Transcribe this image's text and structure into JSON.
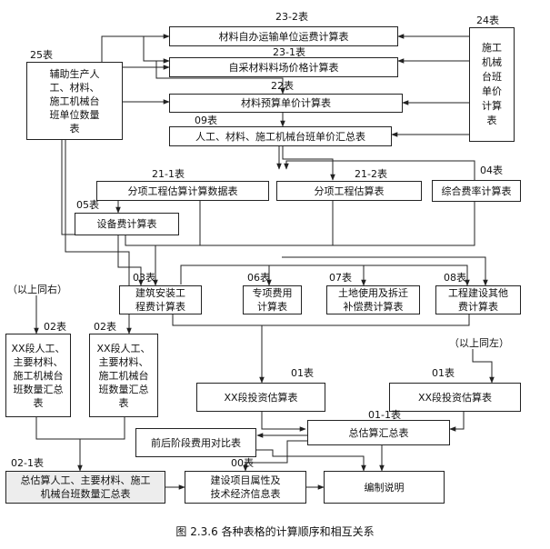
{
  "boxes": {
    "b23_2": "材料自办运输单位运费计算表",
    "b23_1": "自采材料料场价格计算表",
    "b22": "材料预算单价计算表",
    "b09": "人工、材料、施工机械台班单价汇总表",
    "b24": "施工\n机械\n台班\n单价\n计算\n表",
    "b25": "辅助生产人\n工、材料、\n施工机械台\n班单位数量\n表",
    "b21_1": "分项工程估算计算数据表",
    "b21_2": "分项工程估算表",
    "b04": "综合费率计算表",
    "b05": "设备费计算表",
    "b03": "建筑安装工\n程费计算表",
    "b06": "专项费用\n计算表",
    "b07": "土地使用及拆迁\n补偿费计算表",
    "b08": "工程建设其他\n费计算表",
    "b02a": "XX段人工、\n主要材料、\n施工机械台\n班数量汇总\n表",
    "b02b": "XX段人工、\n主要材料、\n施工机械台\n班数量汇总\n表",
    "b01a": "XX段投资估算表",
    "b01b": "XX段投资估算表",
    "b01_1": "总估算汇总表",
    "bcmp": "前后阶段费用对比表",
    "b02_1": "总估算人工、主要材料、施工\n机械台班数量汇总表",
    "b00": "建设项目属性及\n技术经济信息表",
    "bexp": "编制说明"
  },
  "labels": {
    "l23_2": "23-2表",
    "l23_1": "23-1表",
    "l22": "22表",
    "l09": "09表",
    "l24": "24表",
    "l25": "25表",
    "l21_1": "21-1表",
    "l21_2": "21-2表",
    "l04": "04表",
    "l05": "05表",
    "l03": "03表",
    "l06": "06表",
    "l07": "07表",
    "l08": "08表",
    "l02a": "02表",
    "l02b": "02表",
    "l01a": "01表",
    "l01b": "01表",
    "l01_1": "01-1表",
    "l00": "00表",
    "l02_1": "02-1表",
    "same_right": "（以上同右）",
    "same_left": "（以上同左）"
  },
  "caption": "图 2.3.6  各种表格的计算顺序和相互关系",
  "colors": {
    "line": "#222222",
    "fill": "#ffffff",
    "grey_fill": "#ededed"
  }
}
